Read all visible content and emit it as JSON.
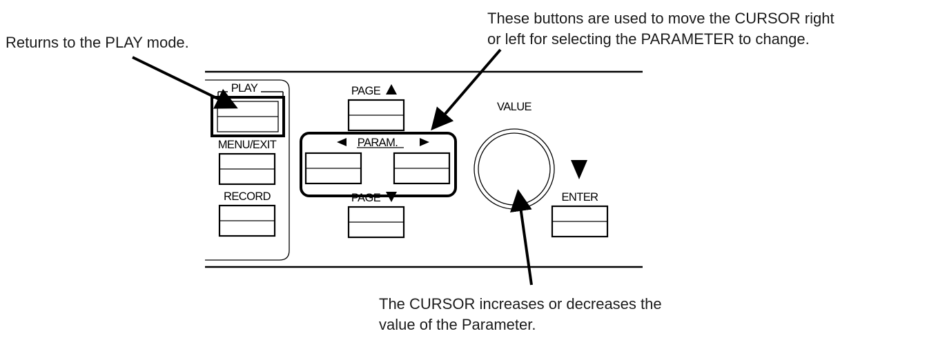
{
  "annotations": {
    "play_note": "Returns to the PLAY mode.",
    "param_note": [
      "These buttons are used to move the CURSOR right",
      "or left for selecting the PARAMETER to change."
    ],
    "value_note": [
      "The CURSOR increases or decreases the",
      "value of the Parameter."
    ]
  },
  "panel": {
    "play_label": "PLAY",
    "menu_exit_label": "MENU/EXIT",
    "record_label": "RECORD",
    "page_up_label": "PAGE",
    "param_label": "PARAM.",
    "page_down_label": "PAGE",
    "value_label": "VALUE",
    "enter_label": "ENTER"
  },
  "icons": {
    "page_up": "triangle-up-icon",
    "page_down": "triangle-down-icon",
    "param_left": "triangle-left-icon",
    "param_right": "triangle-right-icon",
    "enter": "triangle-down-icon"
  }
}
